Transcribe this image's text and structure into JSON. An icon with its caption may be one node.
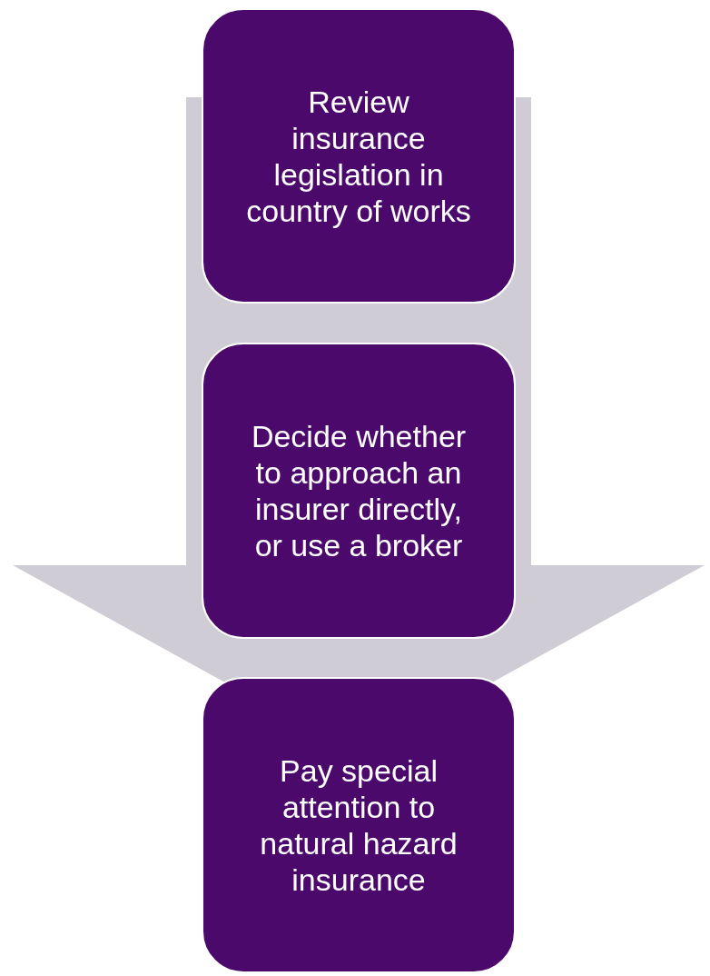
{
  "diagram": {
    "nodes": [
      {
        "text": [
          "Review insurance legislation in country of works"
        ]
      },
      {
        "text": [
          "Decide whether to approach an insurer directly, or use a broker"
        ]
      },
      {
        "text": [
          "Pay special attention to natural hazard insurance"
        ]
      }
    ],
    "edges": [
      {
        "from": 0,
        "to": 2,
        "arrow": "to"
      }
    ]
  }
}
